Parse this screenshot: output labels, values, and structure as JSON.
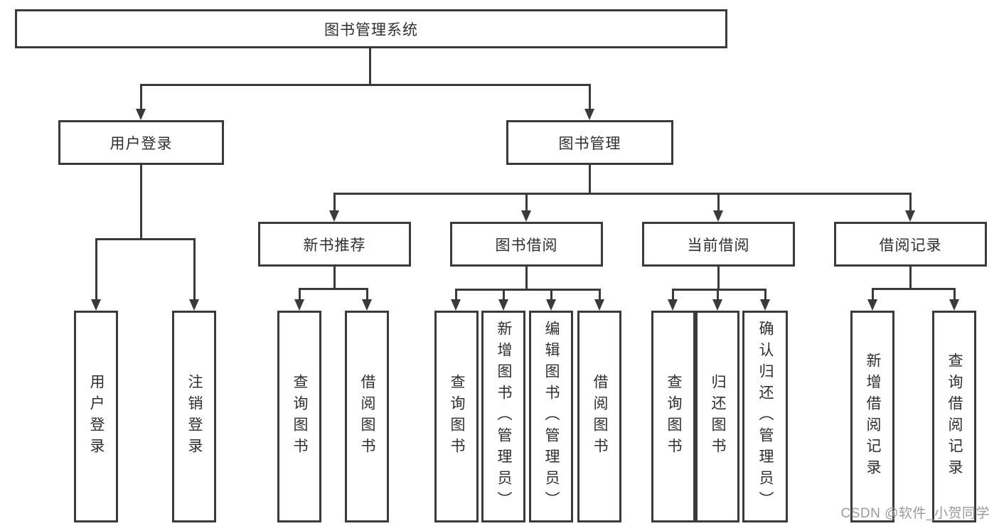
{
  "nodes": {
    "root": "图书管理系统",
    "l2_user_login": "用户登录",
    "l2_book_mgmt": "图书管理",
    "l3_new_book": "新书推荐",
    "l3_book_borrow": "图书借阅",
    "l3_current_borrow": "当前借阅",
    "l3_borrow_records": "借阅记录",
    "l4_user_login": "用户登录",
    "l4_logout": "注销登录",
    "l4_nb_query_book": "查询图书",
    "l4_nb_borrow_book": "借阅图书",
    "l4_bb_query_book": "查询图书",
    "l4_bb_add_book": "新增图书（管理员）",
    "l4_bb_edit_book": "编辑图书（管理员）",
    "l4_bb_borrow_book": "借阅图书",
    "l4_cb_query_book": "查询图书",
    "l4_cb_return_book": "归还图书",
    "l4_cb_confirm_return": "确认归还（管理员）",
    "l4_br_add_record": "新增借阅记录",
    "l4_br_query_record": "查询借阅记录"
  },
  "hierarchy": {
    "root": [
      "l2_user_login",
      "l2_book_mgmt"
    ],
    "l2_user_login": [
      "l4_user_login",
      "l4_logout"
    ],
    "l2_book_mgmt": [
      "l3_new_book",
      "l3_book_borrow",
      "l3_current_borrow",
      "l3_borrow_records"
    ],
    "l3_new_book": [
      "l4_nb_query_book",
      "l4_nb_borrow_book"
    ],
    "l3_book_borrow": [
      "l4_bb_query_book",
      "l4_bb_add_book",
      "l4_bb_edit_book",
      "l4_bb_borrow_book"
    ],
    "l3_current_borrow": [
      "l4_cb_query_book",
      "l4_cb_return_book",
      "l4_cb_confirm_return"
    ],
    "l3_borrow_records": [
      "l4_br_add_record",
      "l4_br_query_record"
    ]
  },
  "watermark": {
    "text": "CSDN @软件_小贺同学"
  },
  "colors": {
    "line": "#3a3a3a",
    "text": "#2f2f2f",
    "watermark": "#9b9b9b",
    "background": "#ffffff"
  }
}
